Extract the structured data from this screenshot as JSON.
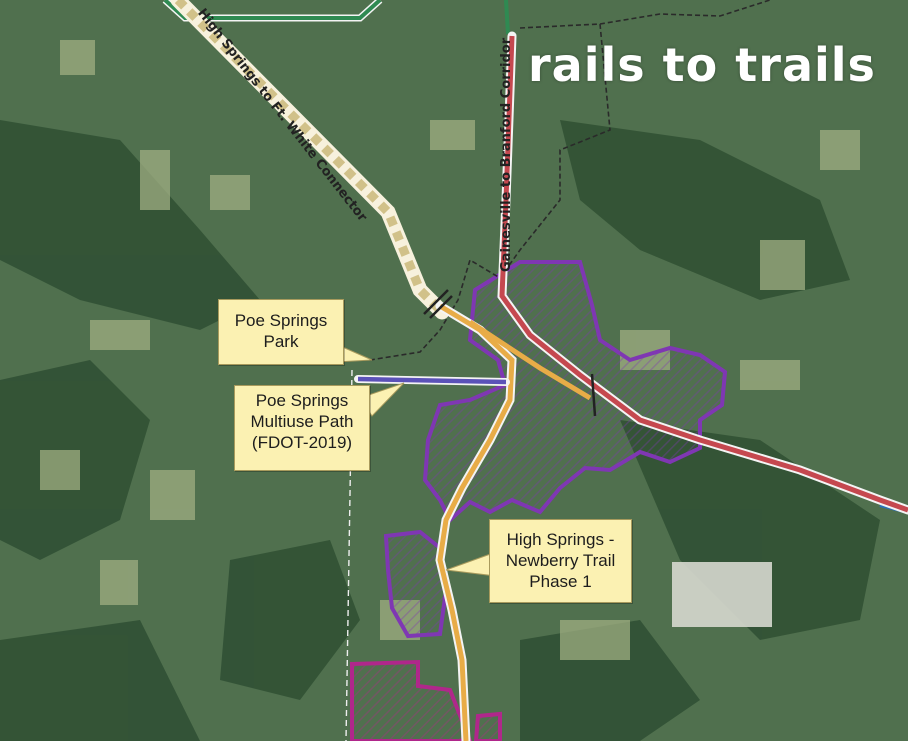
{
  "title": "rails to trails",
  "routes": {
    "connector": "High Springs to Ft. White Connector",
    "corridor": "Gainesville to Branford Corridor"
  },
  "callouts": {
    "park": [
      "Poe Springs",
      "Park"
    ],
    "path": [
      "Poe Springs",
      "Multiuse Path",
      "(FDOT-2019)"
    ],
    "trail": [
      "High Springs -",
      "Newberry Trail",
      "Phase 1"
    ]
  },
  "colors": {
    "connector": "#d1c189",
    "corridor": "#c5484f",
    "trail": "#e8ac47",
    "multiuse_path": "#5b52b8",
    "conservation": "#7f37b3",
    "conservation_south": "#b0278b",
    "road_green": "#2f8a52",
    "boundary": "#2a2a2a",
    "callout_bg": "#fbf1b2"
  }
}
